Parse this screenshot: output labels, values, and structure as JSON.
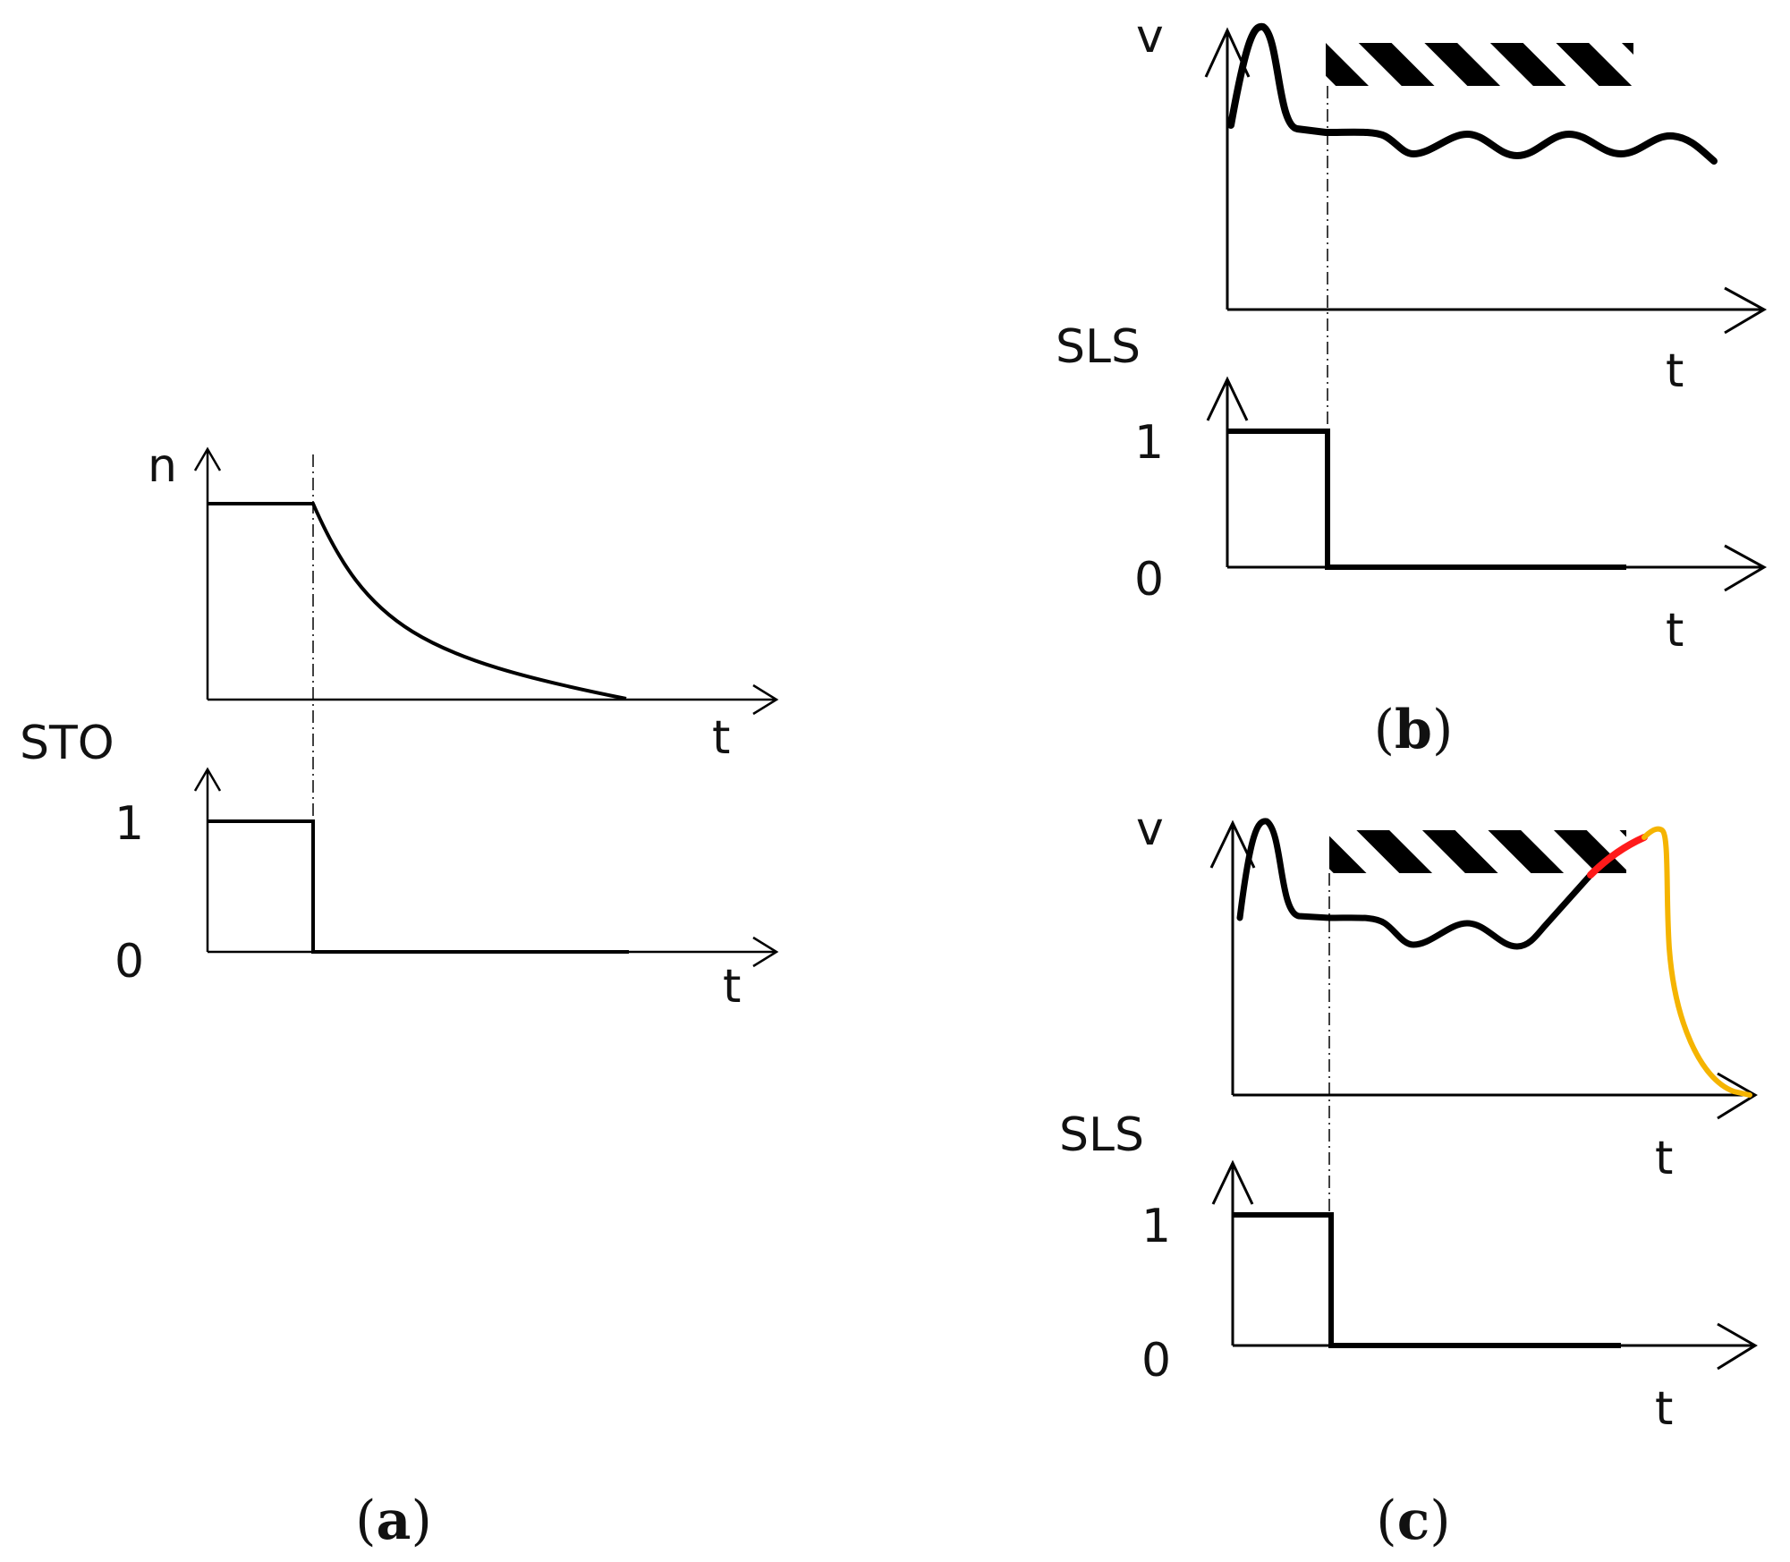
{
  "panels": {
    "a": {
      "caption_letter": "a",
      "speed_axis_label": "n",
      "function_label": "STO",
      "time_label_top": "t",
      "time_label_bottom": "t",
      "level_one": "1",
      "level_zero": "0"
    },
    "b": {
      "caption_letter": "b",
      "speed_axis_label": "v",
      "function_label": "SLS",
      "time_label_top": "t",
      "time_label_bottom": "t",
      "level_one": "1",
      "level_zero": "0"
    },
    "c": {
      "caption_letter": "c",
      "speed_axis_label": "v",
      "function_label": "SLS",
      "time_label_top": "t",
      "time_label_bottom": "t",
      "level_one": "1",
      "level_zero": "0"
    }
  },
  "colors": {
    "ink": "#000000",
    "limit_exceeded": "#ff1a1a",
    "braking_curve": "#f5b400"
  }
}
